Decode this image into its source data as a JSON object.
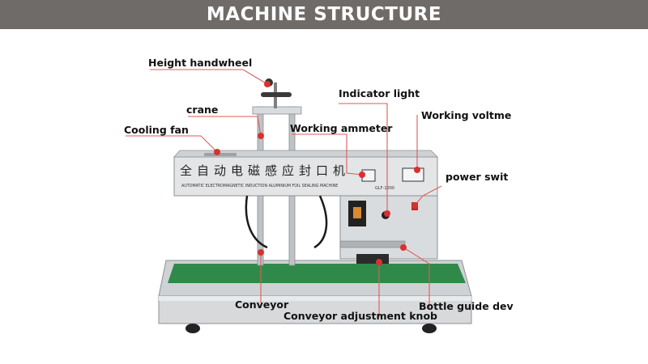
{
  "header": {
    "title": "MACHINE STRUCTURE"
  },
  "machine": {
    "panel_chinese": "全自动电磁感应封口机",
    "panel_english": "AUTOMATIC ELECTROMAGNETIC INDUCTION ALUMINIUM FOIL SEALING MACHINE",
    "model": "GLF-1800"
  },
  "callouts": {
    "height_handwheel": "Height handwheel",
    "crane": "crane",
    "cooling_fan": "Cooling fan",
    "indicator_light": "Indicator light",
    "working_ammeter": "Working ammeter",
    "working_voltmeter": "Working voltme",
    "power_switch": "power swit",
    "conveyor": "Conveyor",
    "conveyor_adjustment_knob": "Conveyor adjustment knob",
    "bottle_guide": "Bottle guide dev"
  },
  "colors": {
    "header_bg": "#6f6b69",
    "leader_line": "#e05a5a",
    "marker": "#d93030",
    "belt": "#2f8a4a"
  }
}
